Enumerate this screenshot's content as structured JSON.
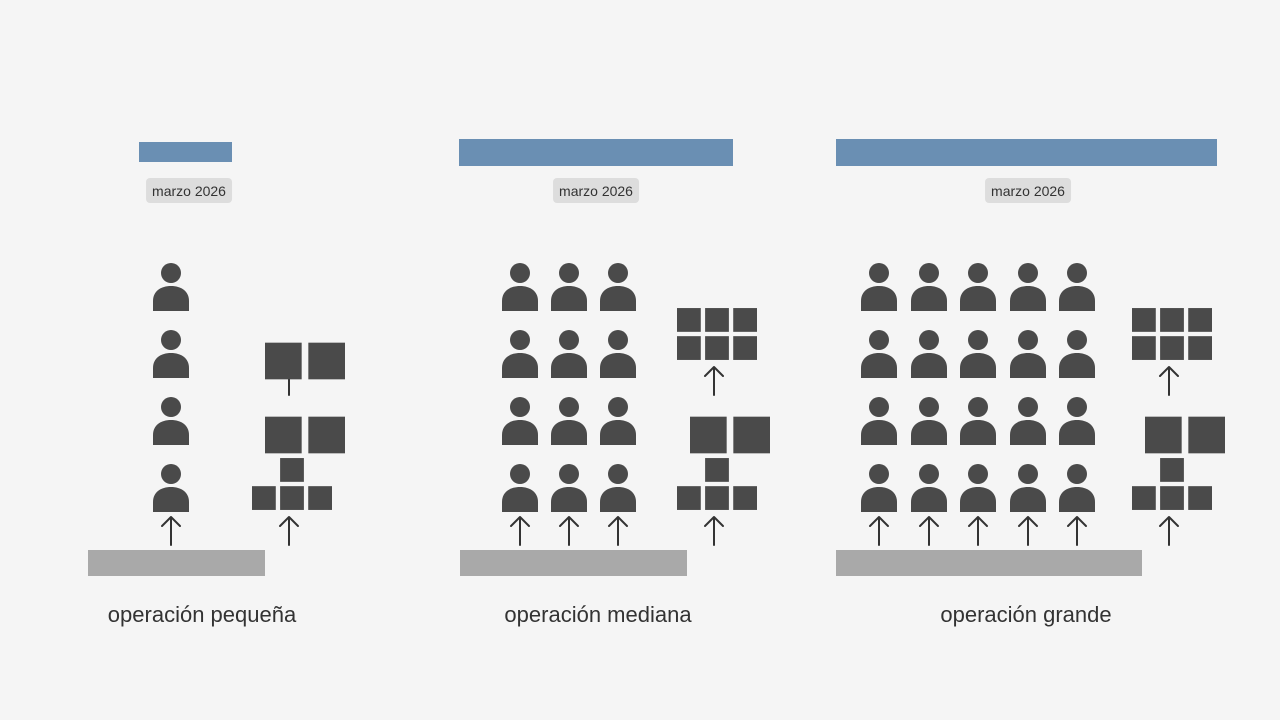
{
  "panels": [
    {
      "date": "marzo 2026",
      "label": "operación pequeña",
      "people_columns": 1,
      "people_rows": 4,
      "blocks": [
        {
          "icon": "blocks-pyramid-icon"
        },
        {
          "icon": "blocks-2-icon"
        },
        {
          "icon": "blocks-2-icon"
        }
      ]
    },
    {
      "date": "marzo 2026",
      "label": "operación mediana",
      "people_columns": 3,
      "people_rows": 4,
      "blocks": [
        {
          "icon": "blocks-pyramid-icon"
        },
        {
          "icon": "blocks-2-icon"
        },
        {
          "icon": "blocks-grid-icon"
        }
      ]
    },
    {
      "date": "marzo 2026",
      "label": "operación grande",
      "people_columns": 5,
      "people_rows": 4,
      "blocks": [
        {
          "icon": "blocks-pyramid-icon"
        },
        {
          "icon": "blocks-2-icon"
        },
        {
          "icon": "blocks-grid-icon"
        }
      ]
    }
  ],
  "colors": {
    "bar": "#6a8fb3",
    "base": "#a9a9a9",
    "icon": "#4a4a4a",
    "date_bg": "#dddddd"
  }
}
